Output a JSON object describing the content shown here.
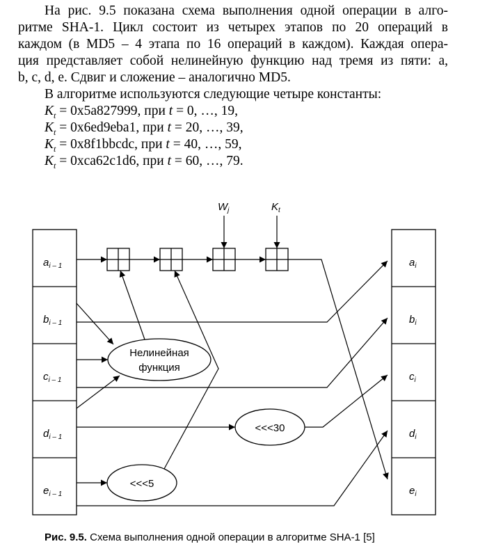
{
  "text": {
    "para1_line1": "На рис. 9.5 показана схема выполнения одной операции в алго-",
    "para1_line2": "ритме SHA-1. Цикл состоит из четырех этапов по 20 операций в",
    "para1_line3": "каждом (в MD5 – 4 этапа по 16 операций в каждом). Каждая опера-",
    "para1_line4": "ция представляет собой нелинейную функцию над тремя из пяти: a,",
    "para1_line5": "b, c, d, e. Сдвиг и сложение – аналогично MD5.",
    "para2": "В алгоритме используются следующие четыре константы:",
    "formulas": [
      {
        "k": "K",
        "sub": "t",
        "value": " = 0x5a827999, при ",
        "t": "t",
        "range": " = 0, …, 19,"
      },
      {
        "k": "K",
        "sub": "t",
        "value": " = 0x6ed9eba1, при ",
        "t": "t",
        "range": " = 20, …, 39,"
      },
      {
        "k": "K",
        "sub": "t",
        "value": " = 0x8f1bbcdc, при ",
        "t": "t",
        "range": " = 40, …, 59,"
      },
      {
        "k": "K",
        "sub": "t",
        "value": " = 0xca62c1d6, при ",
        "t": "t",
        "range": " = 60, …, 79."
      }
    ]
  },
  "diagram": {
    "left_regs": [
      {
        "base": "a",
        "sub": "i – 1"
      },
      {
        "base": "b",
        "sub": "i – 1"
      },
      {
        "base": "c",
        "sub": "i – 1"
      },
      {
        "base": "d",
        "sub": "i – 1"
      },
      {
        "base": "e",
        "sub": "i – 1"
      }
    ],
    "right_regs": [
      {
        "base": "a",
        "sub": "i"
      },
      {
        "base": "b",
        "sub": "i"
      },
      {
        "base": "c",
        "sub": "i"
      },
      {
        "base": "d",
        "sub": "i"
      },
      {
        "base": "e",
        "sub": "i"
      }
    ],
    "input_w": {
      "base": "W",
      "sub": "j"
    },
    "input_k": {
      "base": "K",
      "sub": "t"
    },
    "func_line1": "Нелинейная",
    "func_line2": "функция",
    "rot30": "<<<30",
    "rot5": "<<<5"
  },
  "caption": {
    "label": "Рис. 9.5.",
    "text": " Схема выполнения одной операции в алгоритме SHA-1 [5]"
  }
}
